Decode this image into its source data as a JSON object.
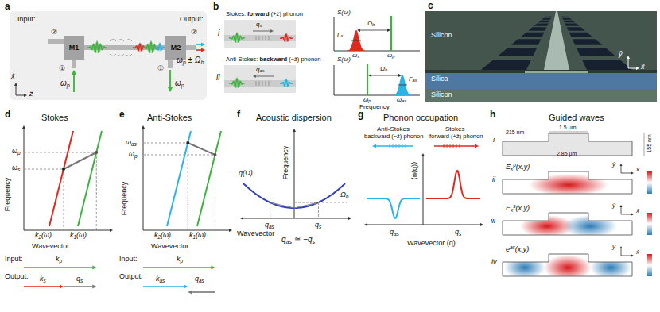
{
  "diagram": {
    "nodes": [
      {
        "text": [
          "M1"
        ]
      },
      {
        "text": [
          "M2"
        ]
      }
    ],
    "edges": [
      {
        "from": 0,
        "to": 1,
        "arrow": "none"
      }
    ],
    "labels": [
      "a",
      "Input:",
      "②",
      "①",
      "ωp",
      "Output:",
      "②",
      "①",
      "ωp ± Ωb",
      "ωp",
      "x̂",
      "ẑ",
      "b",
      "i",
      "Stokes: forward (+ẑ) phonon",
      "qs",
      "S(ω)",
      "Γs",
      "Ωb",
      "ωs",
      "ωp",
      "ii",
      "Anti-Stokes: backward (−ẑ) phonon",
      "qas",
      "S(ω)",
      "Ωb",
      "Γas",
      "ωp",
      "ωas",
      "Frequency",
      "c",
      "Silicon",
      "Silica",
      "Silicon",
      "ŷ",
      "x̂",
      "d",
      "Stokes",
      "Frequency",
      "ωp",
      "ωs",
      "k2(ω)",
      "k1(ω)",
      "Wavevector",
      "Input:",
      "kp",
      "Output:",
      "ks",
      "qs",
      "e",
      "Anti-Stokes",
      "Frequency",
      "ωas",
      "ωp",
      "k2(ω)",
      "k1(ω)",
      "Wavevector",
      "Input:",
      "kp",
      "Output:",
      "kas",
      "qas",
      "f",
      "Acoustic dispersion",
      "Frequency",
      "q(Ω)",
      "Ωb",
      "Wavevector",
      "qas",
      "qs",
      "qas ≅ −qs",
      "g",
      "Phonon occupation",
      "Anti-Stokes",
      "backward (−ẑ) phonon",
      "Stokes",
      "forward (+ẑ) phonon",
      "⟨n(q)⟩",
      "qas",
      "qs",
      "Wavevector (q)",
      "h",
      "Guided waves",
      "i",
      "215 nm",
      "1.5 μm",
      "155 nm",
      "2.85 μm",
      "ii",
      "Exp(x,y)",
      "ŷ",
      "x̂",
      "iii",
      "Exs(x,y)",
      "ŷ",
      "x̂",
      "iv",
      "eac(x,y)",
      "ŷ",
      "x̂"
    ]
  }
}
